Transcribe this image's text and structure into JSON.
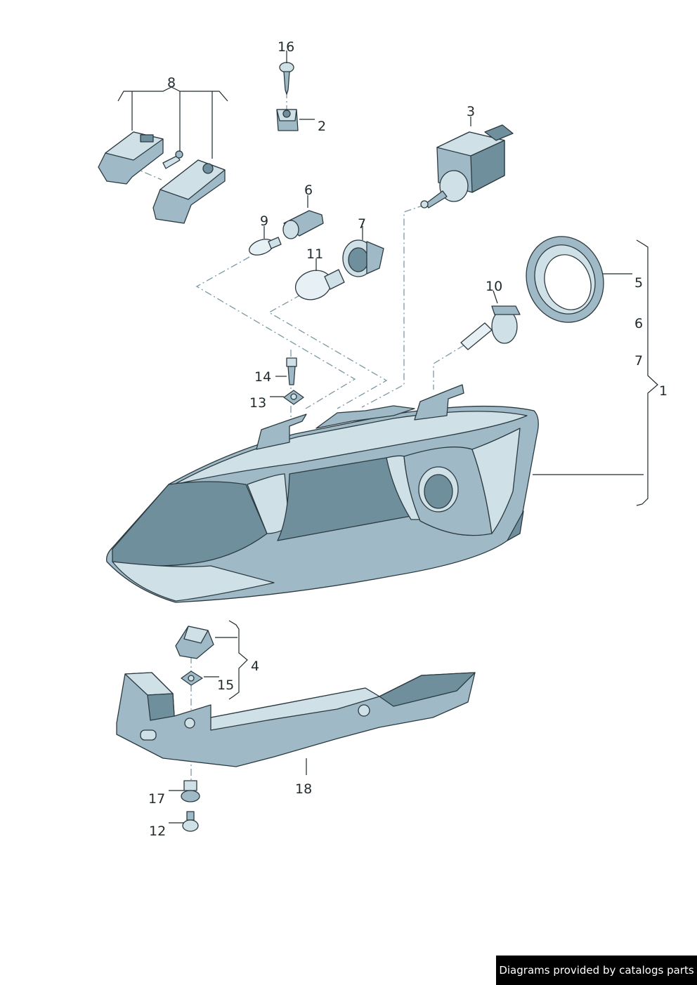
{
  "callouts": {
    "n1": "1",
    "n2": "2",
    "n3": "3",
    "n4": "4",
    "n5": "5",
    "n6a": "6",
    "n6b": "6",
    "n7a": "7",
    "n7b": "7",
    "n8": "8",
    "n9": "9",
    "n10": "10",
    "n11": "11",
    "n12": "12",
    "n13": "13",
    "n14": "14",
    "n15": "15",
    "n16": "16",
    "n17": "17",
    "n18": "18"
  },
  "credit": "Diagrams provided by catalogs parts",
  "colors": {
    "ink": "#1f2a2e",
    "part_light": "#cfe0e7",
    "part_mid": "#9fbac6",
    "part_dark": "#6f8f9d",
    "leader_dash": "#7c98a4"
  }
}
